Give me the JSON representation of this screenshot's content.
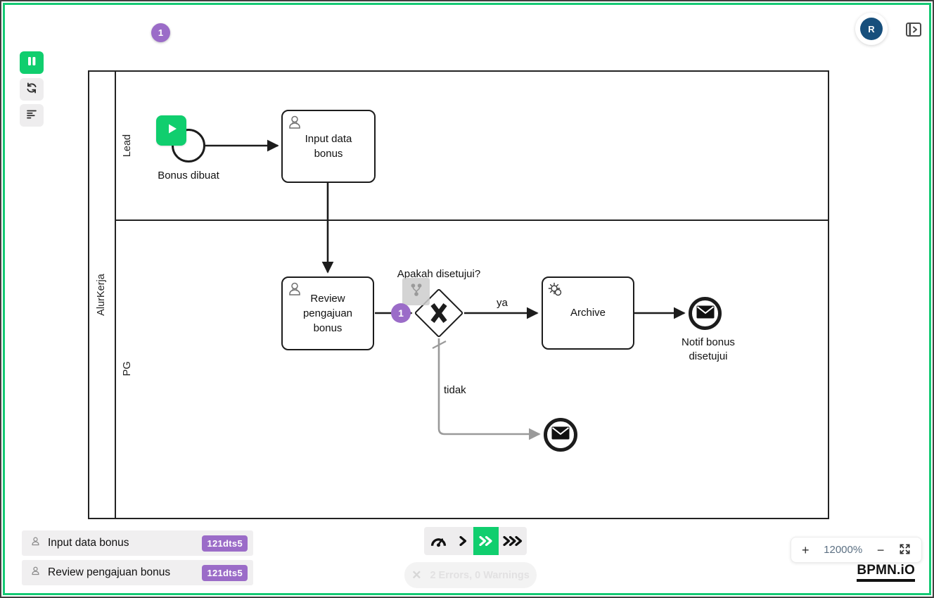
{
  "app": {
    "brand_logo": "BPMN.iO"
  },
  "topbar": {
    "floating_token_badge": "1",
    "avatar_initial": "R"
  },
  "simulation_toolbar": {
    "pause_icon": "pause-icon",
    "reset_icon": "reset-icon",
    "log_icon": "log-icon"
  },
  "diagram": {
    "pool": {
      "label": "AlurKerja",
      "lanes": [
        {
          "label": "Lead"
        },
        {
          "label": "PG"
        }
      ]
    },
    "start_event": {
      "label": "Bonus dibuat"
    },
    "tasks": [
      {
        "type": "user",
        "label": "Input data bonus"
      },
      {
        "type": "user",
        "label": "Review pengajuan bonus"
      },
      {
        "type": "service",
        "label": "Archive"
      }
    ],
    "gateway": {
      "type": "exclusive",
      "label": "Apakah disetujui?",
      "token_count": "1"
    },
    "flows": {
      "yes_label": "ya",
      "no_label": "tidak"
    },
    "end_events": [
      {
        "type": "message",
        "label": "Notif bonus disetujui"
      },
      {
        "type": "message",
        "label": ""
      }
    ]
  },
  "simulation_log": {
    "entries": [
      {
        "label": "Input data bonus",
        "badge": "121dts5"
      },
      {
        "label": "Review pengajuan bonus",
        "badge": "121dts5"
      }
    ]
  },
  "status_bar": {
    "errors_summary": "2 Errors, 0 Warnings",
    "close_icon": "✕"
  },
  "zoom_controls": {
    "zoom_in": "+",
    "level": "12000%",
    "zoom_out": "−"
  },
  "colors": {
    "accent_green": "#10ce6e",
    "token_purple": "#9b6cc8",
    "avatar_blue": "#174f7c",
    "flow_gray": "#999999"
  }
}
